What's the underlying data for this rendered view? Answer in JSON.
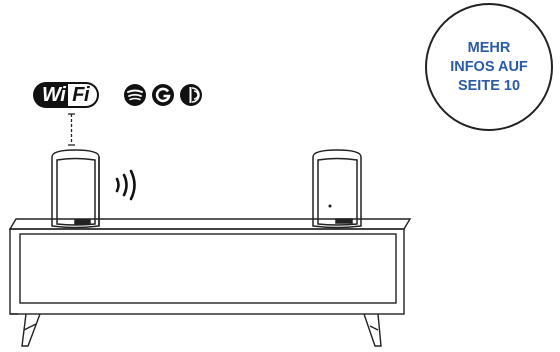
{
  "badge": {
    "line1": "MEHR",
    "line2": "INFOS AUF",
    "line3": "SEITE 10"
  },
  "wifi_logo": {
    "part1": "Wi",
    "part2": "Fi"
  },
  "service_icons": [
    "spotify-icon",
    "google-icon",
    "audio-stream-icon"
  ],
  "colors": {
    "badge_text": "#2b5aa6",
    "line": "#222222",
    "background": "#ffffff"
  }
}
